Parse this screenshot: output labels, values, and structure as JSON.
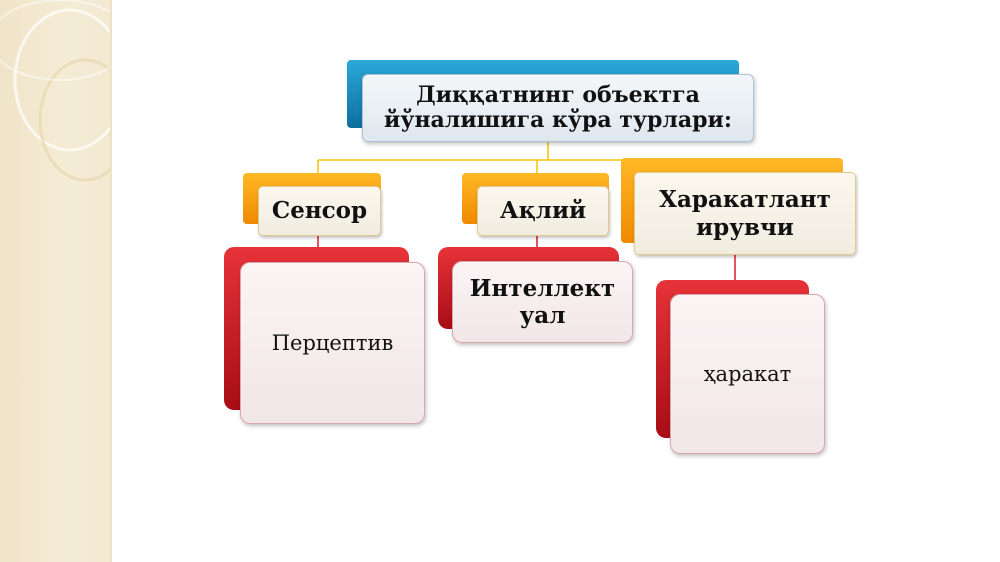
{
  "diagram": {
    "root": {
      "label": "Диққатнинг объектга йўналишига кўра турлари:"
    },
    "categories": [
      {
        "label": "Сенсор",
        "child": "Перцептив"
      },
      {
        "label": "Ақлий",
        "child": "Интеллект уал"
      },
      {
        "label": "Харакатлант ирувчи",
        "child": "ҳаракат"
      }
    ]
  },
  "colors": {
    "root_accent": "#1a8ec0",
    "category_accent": "#f9a11b",
    "leaf_accent": "#d71f27",
    "connector": "#f5c400"
  }
}
